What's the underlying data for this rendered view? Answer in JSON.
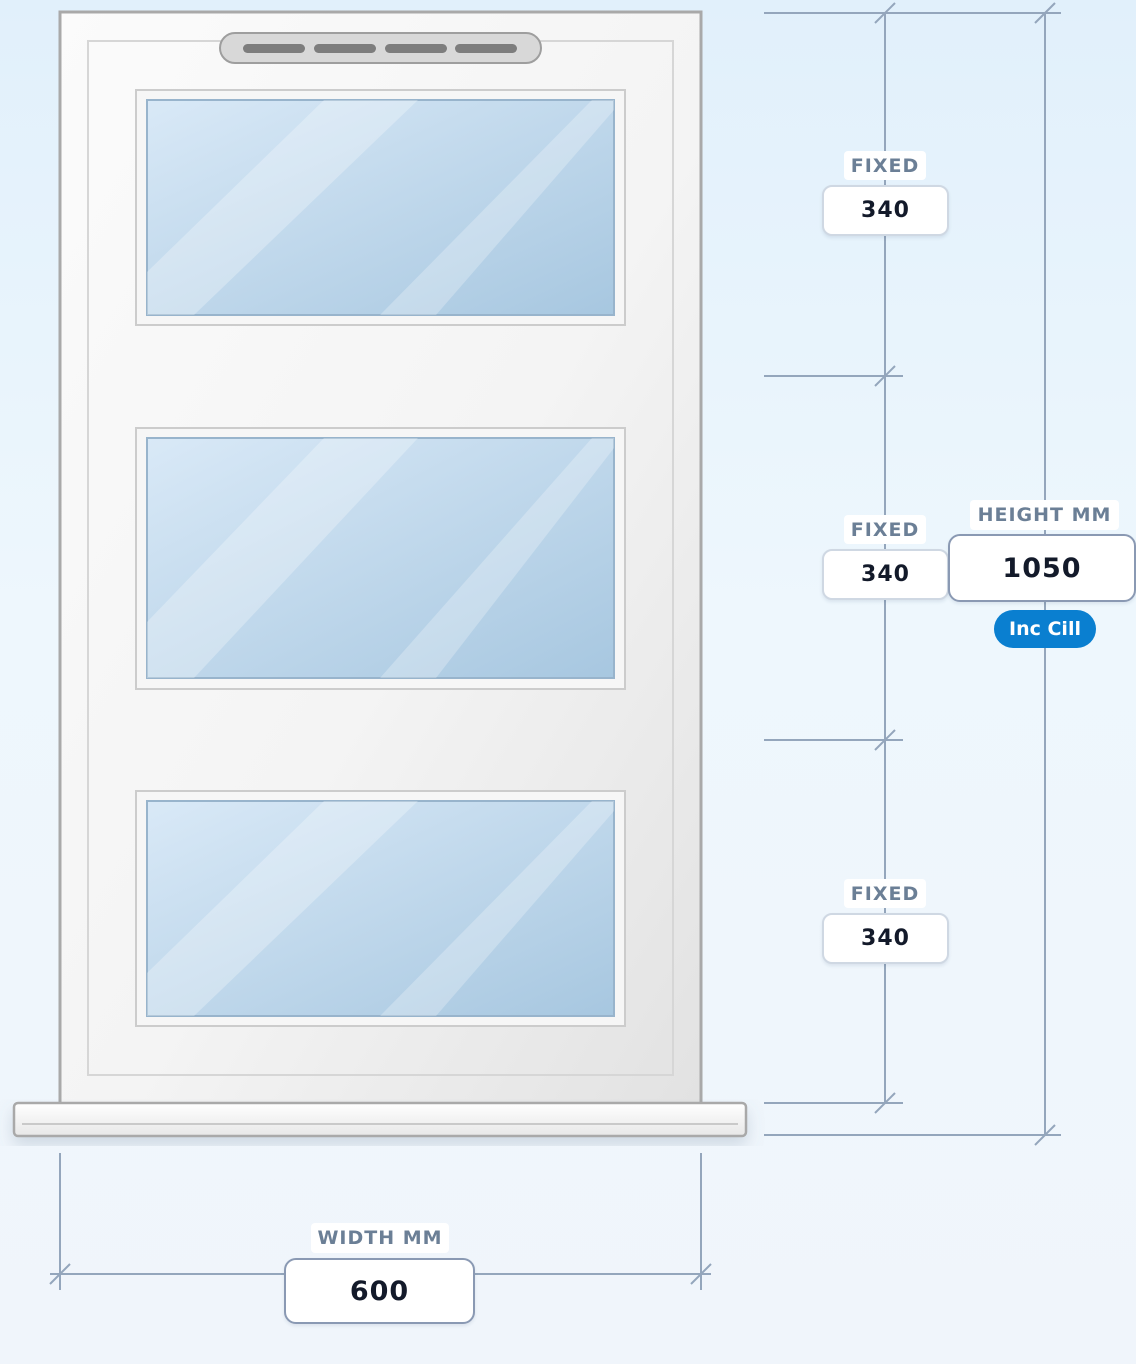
{
  "sections": [
    {
      "type_label": "FIXED",
      "height_value": "340"
    },
    {
      "type_label": "FIXED",
      "height_value": "340"
    },
    {
      "type_label": "FIXED",
      "height_value": "340"
    }
  ],
  "height": {
    "label": "HEIGHT MM",
    "value": "1050",
    "inc_cill_label": "Inc Cill"
  },
  "width": {
    "label": "WIDTH MM",
    "value": "600"
  },
  "colors": {
    "frame": "#f7f7f7",
    "frame_border": "#a9a9a9",
    "glass_top": "#d9e9f7",
    "glass_bottom": "#a7c7e0",
    "dimension_line": "#94a6bc",
    "accent": "#0a7fd0",
    "label_text": "#6b7f96",
    "value_text": "#131a2a"
  }
}
